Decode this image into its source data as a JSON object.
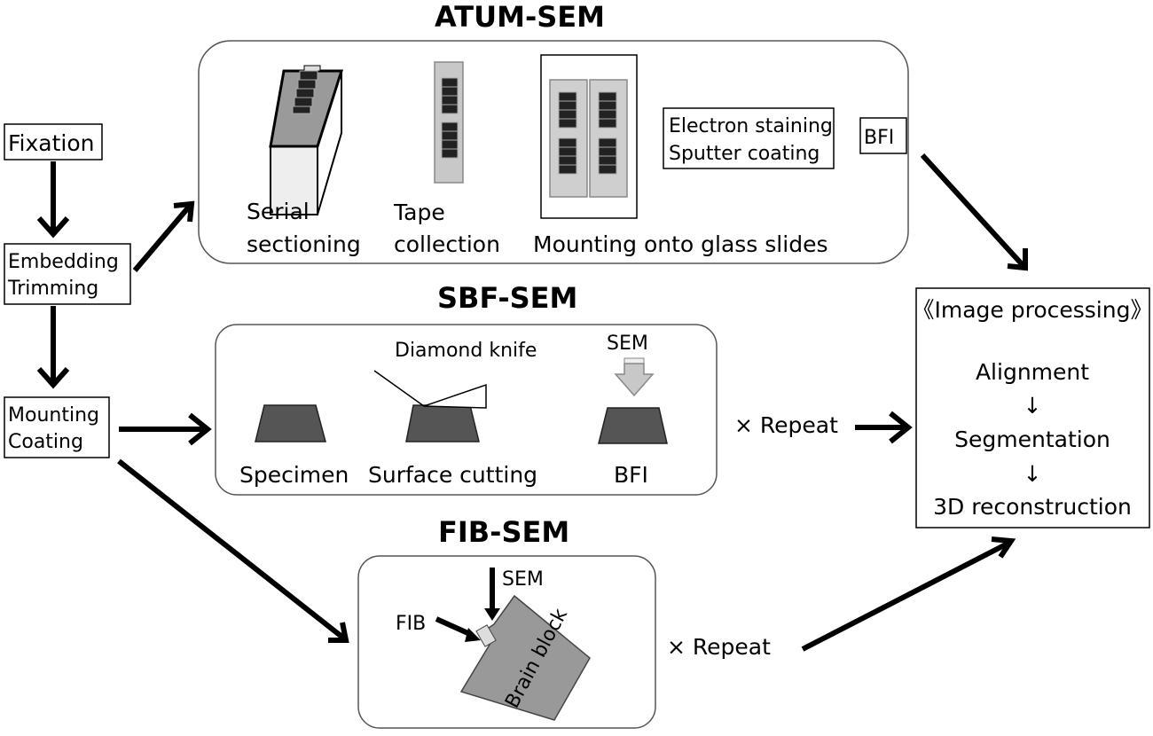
{
  "left_column": {
    "fixation": "Fixation",
    "embedding_line1": "Embedding",
    "embedding_line2": "Trimming",
    "mounting_line1": "Mounting",
    "mounting_line2": "Coating"
  },
  "atum": {
    "title": "ATUM-SEM",
    "serial_line1": "Serial",
    "serial_line2": "sectioning",
    "tape_line1": "Tape",
    "tape_line2": "collection",
    "mounting_label": "Mounting onto  glass slides",
    "staining_line1": "Electron staining",
    "staining_line2": "Sputter coating",
    "bfi": "BFI"
  },
  "sbf": {
    "title": "SBF-SEM",
    "diamond_knife": "Diamond knife",
    "sem": "SEM",
    "specimen": "Specimen",
    "surface_cutting": "Surface cutting",
    "bfi": "BFI",
    "repeat": "× Repeat"
  },
  "fib": {
    "title": "FIB-SEM",
    "sem": "SEM",
    "fib": "FIB",
    "brain_block": "Brain block",
    "repeat": "× Repeat"
  },
  "processing": {
    "title": "《Image processing》",
    "step1": "Alignment",
    "step2": "Segmentation",
    "step3": "3D reconstruction",
    "down_arrow": "↓"
  }
}
